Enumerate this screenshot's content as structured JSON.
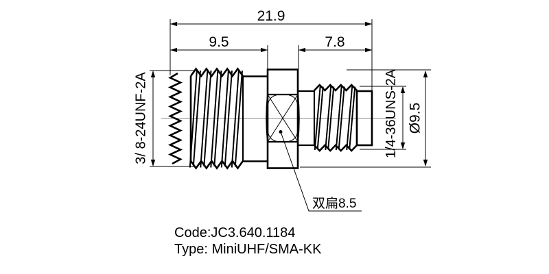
{
  "drawing": {
    "dimensions": {
      "overall_length": "21.9",
      "left_section_length": "9.5",
      "right_section_length": "7.8",
      "body_diameter": "Ø9.5"
    },
    "thread_labels": {
      "left": "3/ 8-24UNF-2A",
      "right": "1/4-36UNS-2A"
    },
    "callout": {
      "flats": "双扁8.5"
    },
    "notes": {
      "code": "Code:JC3.640.1184",
      "type": "Type: MiniUHF/SMA-KK"
    },
    "colors": {
      "line": "#000000",
      "centerline": "#8a8a8a",
      "background": "#ffffff"
    }
  }
}
